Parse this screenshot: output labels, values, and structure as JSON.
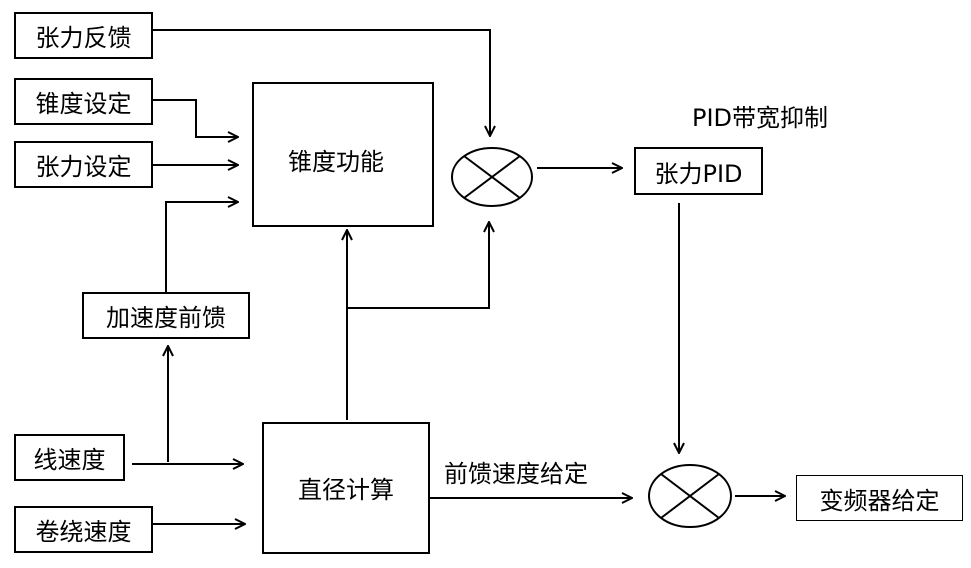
{
  "diagram": {
    "inputs": {
      "tension_feedback": "张力反馈",
      "taper_setting": "锥度设定",
      "tension_setting": "张力设定",
      "accel_feedforward": "加速度前馈",
      "line_speed": "线速度",
      "winding_speed": "卷绕速度"
    },
    "blocks": {
      "taper_function": "锥度功能",
      "diameter_calc": "直径计算",
      "tension_pid": "张力PID",
      "vfd_setpoint": "变频器给定"
    },
    "annotations": {
      "pid_bandwidth": "PID带宽抑制",
      "feedforward_speed": "前馈速度给定"
    },
    "summing_junctions": [
      "junction-tension",
      "junction-speed"
    ]
  }
}
